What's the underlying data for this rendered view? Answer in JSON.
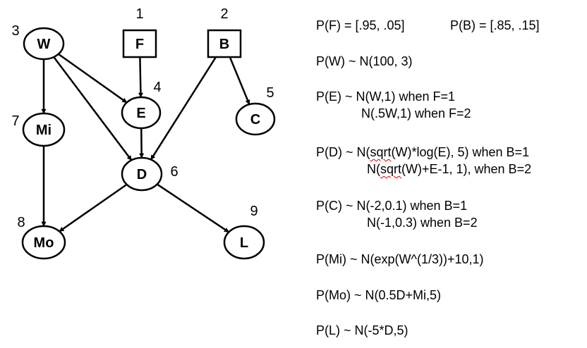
{
  "nodes": [
    {
      "id": "W",
      "label": "W",
      "number": "3"
    },
    {
      "id": "F",
      "label": "F",
      "number": "1"
    },
    {
      "id": "B",
      "label": "B",
      "number": "2"
    },
    {
      "id": "E",
      "label": "E",
      "number": "4"
    },
    {
      "id": "C",
      "label": "C",
      "number": "5"
    },
    {
      "id": "Mi",
      "label": "Mi",
      "number": "7"
    },
    {
      "id": "D",
      "label": "D",
      "number": "6"
    },
    {
      "id": "Mo",
      "label": "Mo",
      "number": "8"
    },
    {
      "id": "L",
      "label": "L",
      "number": "9"
    }
  ],
  "edges": [
    [
      "W",
      "Mi"
    ],
    [
      "W",
      "E"
    ],
    [
      "W",
      "D"
    ],
    [
      "F",
      "E"
    ],
    [
      "B",
      "D"
    ],
    [
      "B",
      "C"
    ],
    [
      "E",
      "D"
    ],
    [
      "Mi",
      "Mo"
    ],
    [
      "D",
      "Mo"
    ],
    [
      "D",
      "L"
    ]
  ],
  "equations": {
    "pf": "P(F) = [.95, .05]",
    "pb": "P(B) = [.85, .15]",
    "pw": "P(W) ~ N(100, 3)",
    "pe1": "P(E) ~ N(W,1) when F=1",
    "pe2": "N(.5W,1) when F=2",
    "pd1_a": "P(D) ~ N(",
    "pd1_sqrt": "sqrt",
    "pd1_b": "(W)*log(E), 5) when B=1",
    "pd2_a": "N(",
    "pd2_sqrt": "sqrt",
    "pd2_b": "(W)+E-1, 1), when B=2",
    "pc1": "P(C) ~ N(-2,0.1) when B=1",
    "pc2": "N(-1,0.3) when B=2",
    "pmi": "P(Mi) ~ N(exp(W^(1/3))+10,1)",
    "pmo": "P(Mo) ~ N(0.5D+Mi,5)",
    "pl": "P(L) ~ N(-5*D,5)"
  }
}
